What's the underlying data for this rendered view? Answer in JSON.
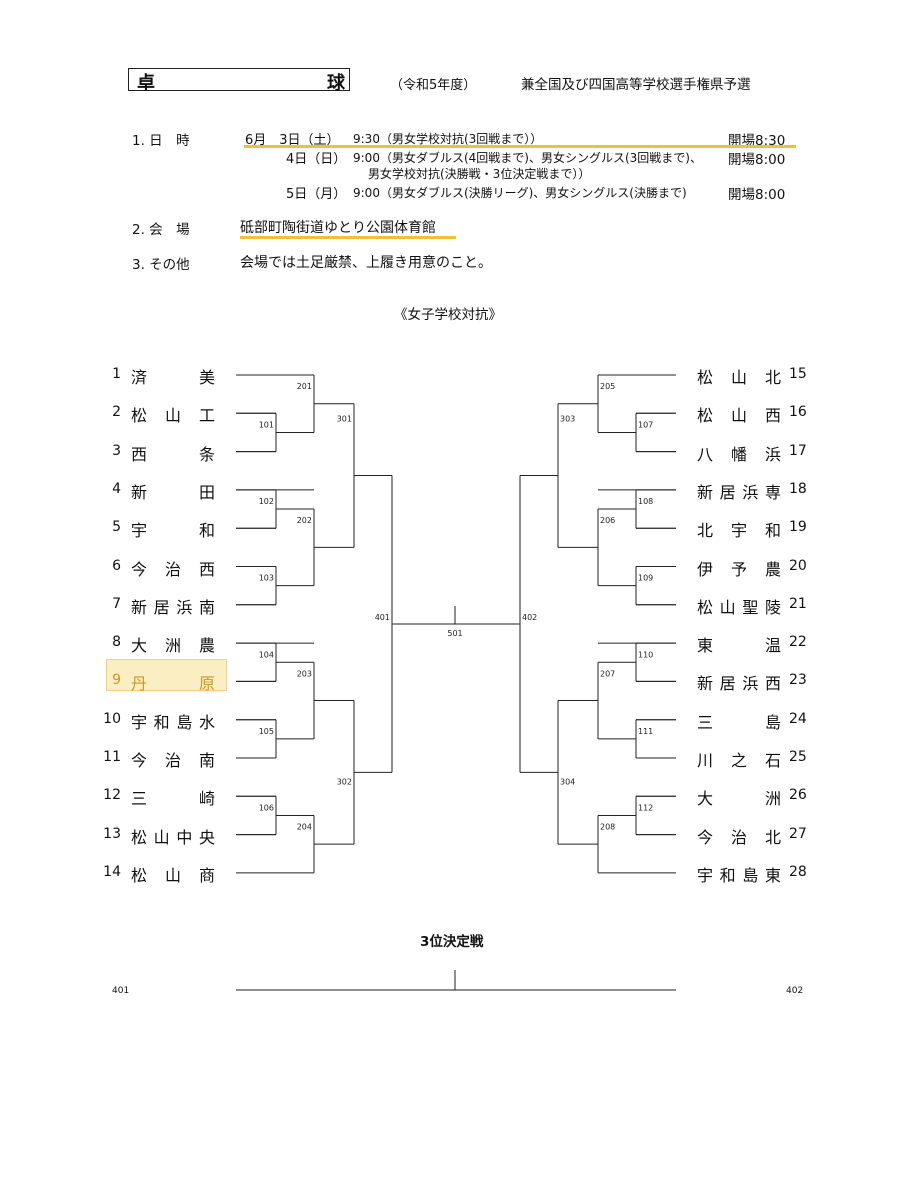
{
  "header": {
    "sport_left": "卓",
    "sport_right": "球",
    "era": "（令和5年度）",
    "competition": "兼全国及び四国高等学校選手権県予選"
  },
  "schedule": {
    "label": "1. 日　時",
    "rows": [
      {
        "date": "6月　3日（土）",
        "detail": "9:30（男女学校対抗(3回戦まで））",
        "open": "開場8:30"
      },
      {
        "date": "4日（日）",
        "detail": "9:00（男女ダブルス(4回戦まで)、男女シングルス(3回戦まで)、",
        "open": "開場8:00"
      },
      {
        "date": "",
        "detail": "男女学校対抗(決勝戦・3位決定戦まで））",
        "open": ""
      },
      {
        "date": "5日（月）",
        "detail": "9:00（男女ダブルス(決勝リーグ)、男女シングルス(決勝まで)",
        "open": "開場8:00"
      }
    ]
  },
  "venue": {
    "label": "2. 会　場",
    "value": "砥部町陶街道ゆとり公園体育館"
  },
  "other": {
    "label": "3. その他",
    "value": "会場では土足厳禁、上履き用意のこと。"
  },
  "bracket": {
    "title": "《女子学校対抗》",
    "left_teams": [
      {
        "num": "1",
        "chars": [
          "済",
          "美"
        ]
      },
      {
        "num": "2",
        "chars": [
          "松",
          "山",
          "工"
        ]
      },
      {
        "num": "3",
        "chars": [
          "西",
          "条"
        ]
      },
      {
        "num": "4",
        "chars": [
          "新",
          "田"
        ]
      },
      {
        "num": "5",
        "chars": [
          "宇",
          "和"
        ]
      },
      {
        "num": "6",
        "chars": [
          "今",
          "治",
          "西"
        ]
      },
      {
        "num": "7",
        "chars": [
          "新",
          "居",
          "浜",
          "南"
        ]
      },
      {
        "num": "8",
        "chars": [
          "大",
          "洲",
          "農"
        ]
      },
      {
        "num": "9",
        "chars": [
          "丹",
          "原"
        ]
      },
      {
        "num": "10",
        "chars": [
          "宇",
          "和",
          "島",
          "水"
        ]
      },
      {
        "num": "11",
        "chars": [
          "今",
          "治",
          "南"
        ]
      },
      {
        "num": "12",
        "chars": [
          "三",
          "崎"
        ]
      },
      {
        "num": "13",
        "chars": [
          "松",
          "山",
          "中",
          "央"
        ]
      },
      {
        "num": "14",
        "chars": [
          "松",
          "山",
          "商"
        ]
      }
    ],
    "right_teams": [
      {
        "num": "15",
        "chars": [
          "松",
          "山",
          "北"
        ]
      },
      {
        "num": "16",
        "chars": [
          "松",
          "山",
          "西"
        ]
      },
      {
        "num": "17",
        "chars": [
          "八",
          "幡",
          "浜"
        ]
      },
      {
        "num": "18",
        "chars": [
          "新",
          "居",
          "浜",
          "専"
        ]
      },
      {
        "num": "19",
        "chars": [
          "北",
          "宇",
          "和"
        ]
      },
      {
        "num": "20",
        "chars": [
          "伊",
          "予",
          "農"
        ]
      },
      {
        "num": "21",
        "chars": [
          "松",
          "山",
          "聖",
          "陵"
        ]
      },
      {
        "num": "22",
        "chars": [
          "東",
          "温"
        ]
      },
      {
        "num": "23",
        "chars": [
          "新",
          "居",
          "浜",
          "西"
        ]
      },
      {
        "num": "24",
        "chars": [
          "三",
          "島"
        ]
      },
      {
        "num": "25",
        "chars": [
          "川",
          "之",
          "石"
        ]
      },
      {
        "num": "26",
        "chars": [
          "大",
          "洲"
        ]
      },
      {
        "num": "27",
        "chars": [
          "今",
          "治",
          "北"
        ]
      },
      {
        "num": "28",
        "chars": [
          "宇",
          "和",
          "島",
          "東"
        ]
      }
    ],
    "highlighted_team": "9",
    "match_labels": {
      "r1_left": [
        "101",
        "102",
        "103",
        "104",
        "105",
        "106"
      ],
      "r1_right": [
        "107",
        "108",
        "109",
        "110",
        "111",
        "112"
      ],
      "r2_left": [
        "201",
        "202",
        "203",
        "204"
      ],
      "r2_right": [
        "205",
        "206",
        "207",
        "208"
      ],
      "r3_left": [
        "301",
        "302"
      ],
      "r3_right": [
        "303",
        "304"
      ],
      "semi_left": "401",
      "semi_right": "402",
      "final": "501"
    }
  },
  "third_place": {
    "title": "3位決定戦",
    "left": "401",
    "right": "402"
  },
  "colors": {
    "highlight": "#f2bf3b",
    "highlight_fill": "#fbeec2"
  }
}
